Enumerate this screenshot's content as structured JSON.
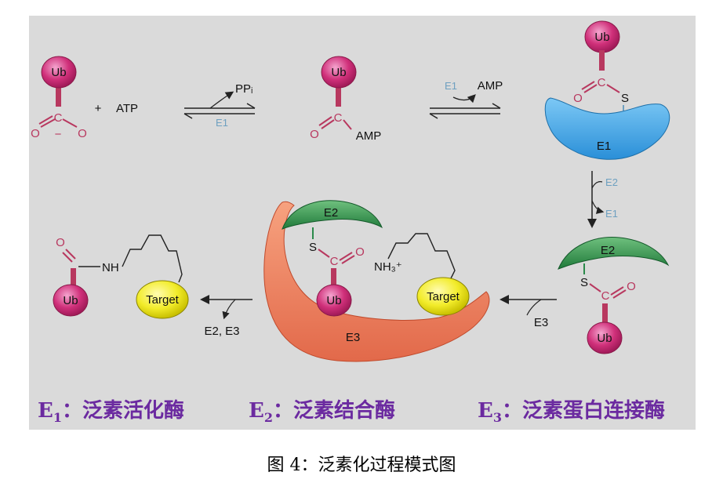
{
  "diagram": {
    "colors": {
      "background_panel": "#dadada",
      "ub": "#d0307a",
      "bond": "#b8385f",
      "e1": "#3aa5e8",
      "e2": "#2a8a4a",
      "e3": "#f08060",
      "target": "#f2ec2a",
      "legend_text": "#6b2aa0"
    },
    "labels": {
      "ub": "Ub",
      "plus": "+",
      "atp": "ATP",
      "ppi": "PPᵢ",
      "e1": "E1",
      "amp": "AMP",
      "e2": "E2",
      "e3": "E3",
      "e2_e3": "E2, E3",
      "target": "Target",
      "nh": "NH",
      "nh3": "NH₃⁺",
      "o": "O",
      "c": "C",
      "s": "S",
      "minus": "−"
    },
    "legend": [
      {
        "main": "E",
        "sub": "1",
        "text": "：泛素活化酶"
      },
      {
        "main": "E",
        "sub": "2",
        "text": "：泛素结合酶"
      },
      {
        "main": "E",
        "sub": "3",
        "text": "：泛素蛋白连接酶"
      }
    ]
  },
  "caption": "图 4：泛素化过程模式图"
}
